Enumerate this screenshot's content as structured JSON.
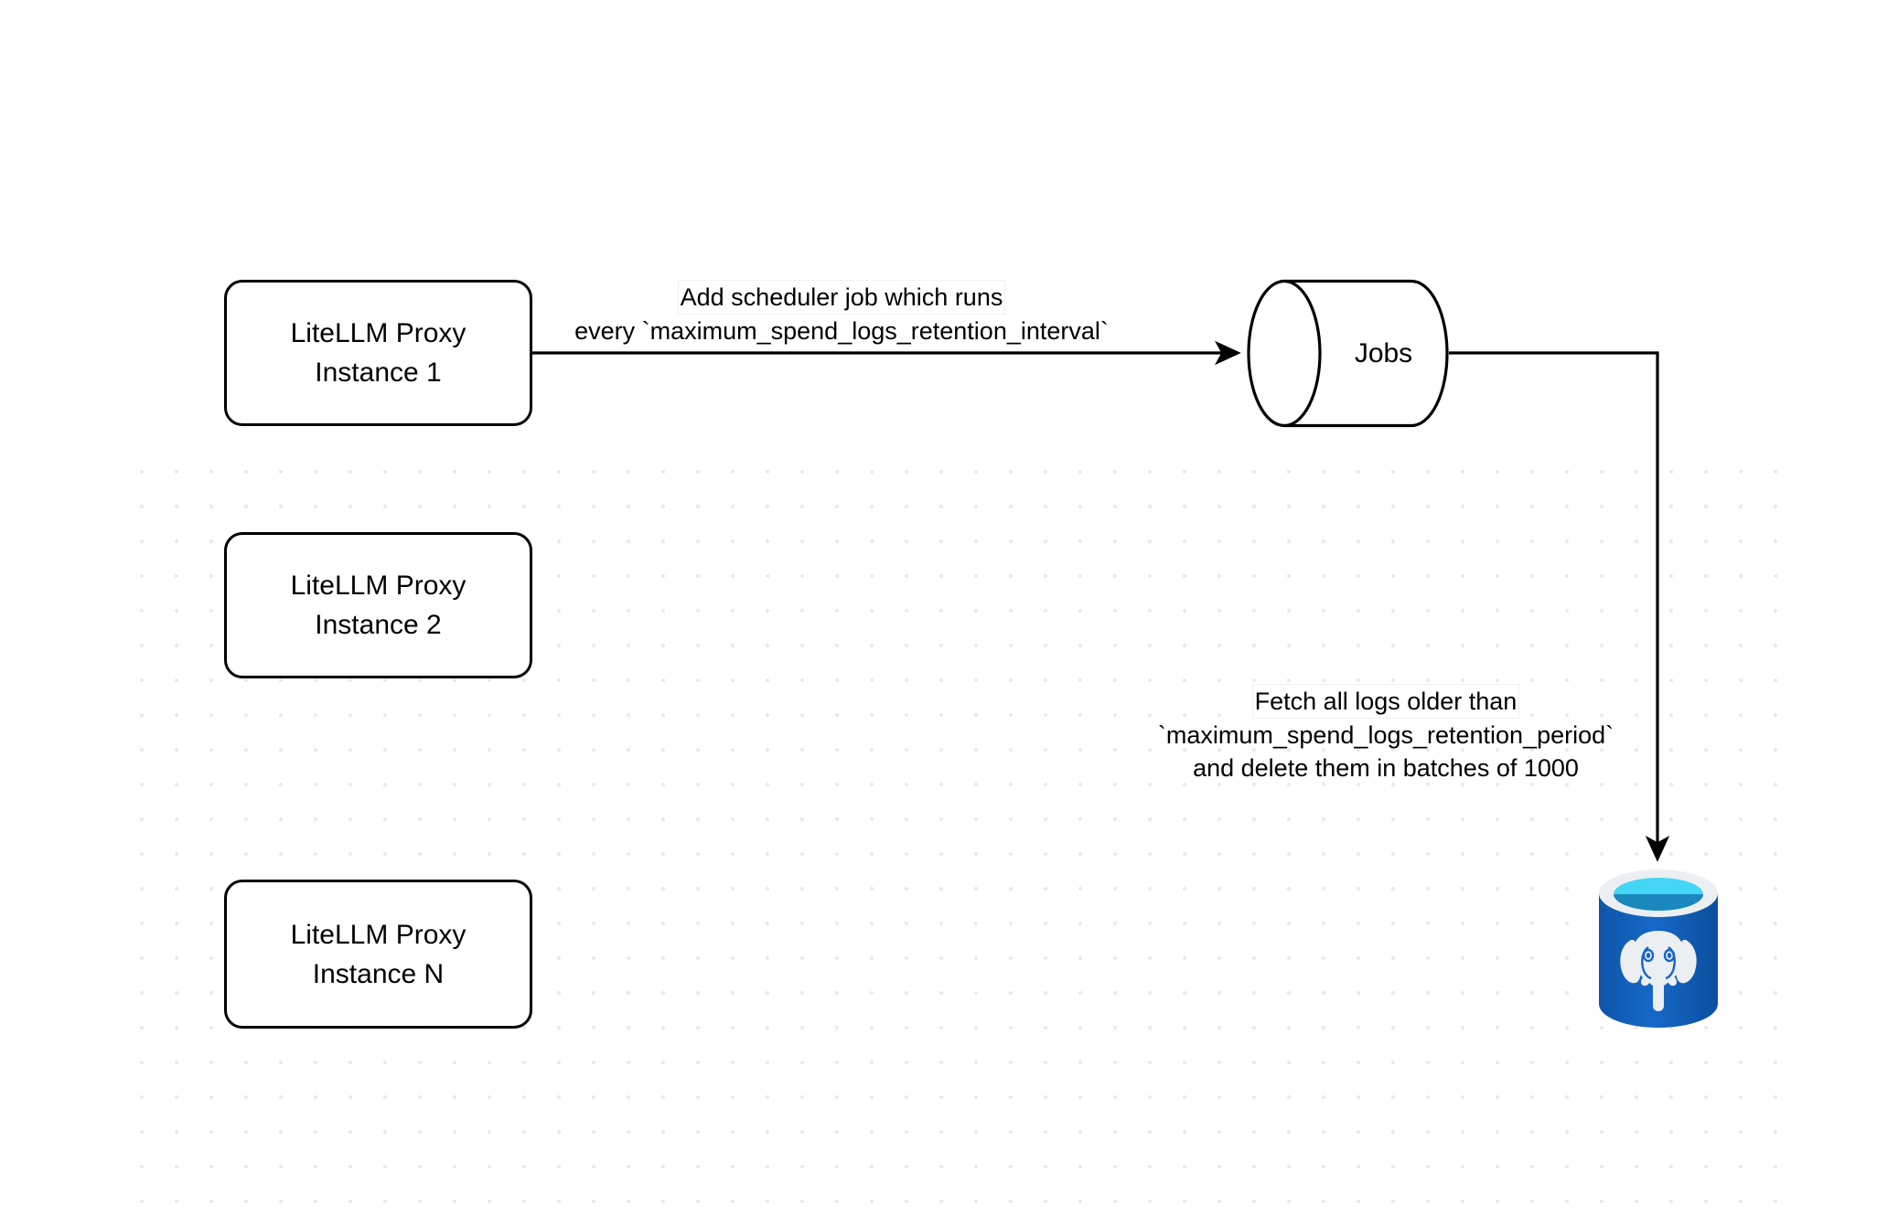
{
  "diagram": {
    "title": "LiteLLM spend logs retention scheduler flow",
    "background": "#ffffff",
    "grid": "dotted"
  },
  "nodes": {
    "proxy_instances": [
      {
        "id": "instance-1",
        "line1": "LiteLLM Proxy",
        "line2": "Instance 1"
      },
      {
        "id": "instance-2",
        "line1": "LiteLLM Proxy",
        "line2": "Instance 2"
      },
      {
        "id": "instance-n",
        "line1": "LiteLLM Proxy",
        "line2": "Instance N"
      }
    ],
    "jobs": {
      "label": "Jobs",
      "shape": "cylinder",
      "stroke": "#000000",
      "fill": "#ffffff"
    },
    "database": {
      "icon": "postgresql-database-icon",
      "body_color": "#1565c0",
      "body_color_dark": "#0d4f9e",
      "rim_color": "#eceff1",
      "top_color": "#45d6f5",
      "liquid_color": "#1b88bd",
      "elephant_color": "#eceff1"
    }
  },
  "edges": [
    {
      "id": "edge-scheduler",
      "from": "instance-1",
      "to": "jobs",
      "line1": "Add scheduler job which runs",
      "line2": "every `maximum_spend_logs_retention_interval`"
    },
    {
      "id": "edge-fetch",
      "from": "jobs",
      "to": "database",
      "line1": "Fetch all logs older than",
      "line2": "`maximum_spend_logs_retention_period`",
      "line3": "and delete them in batches of 1000"
    }
  ]
}
